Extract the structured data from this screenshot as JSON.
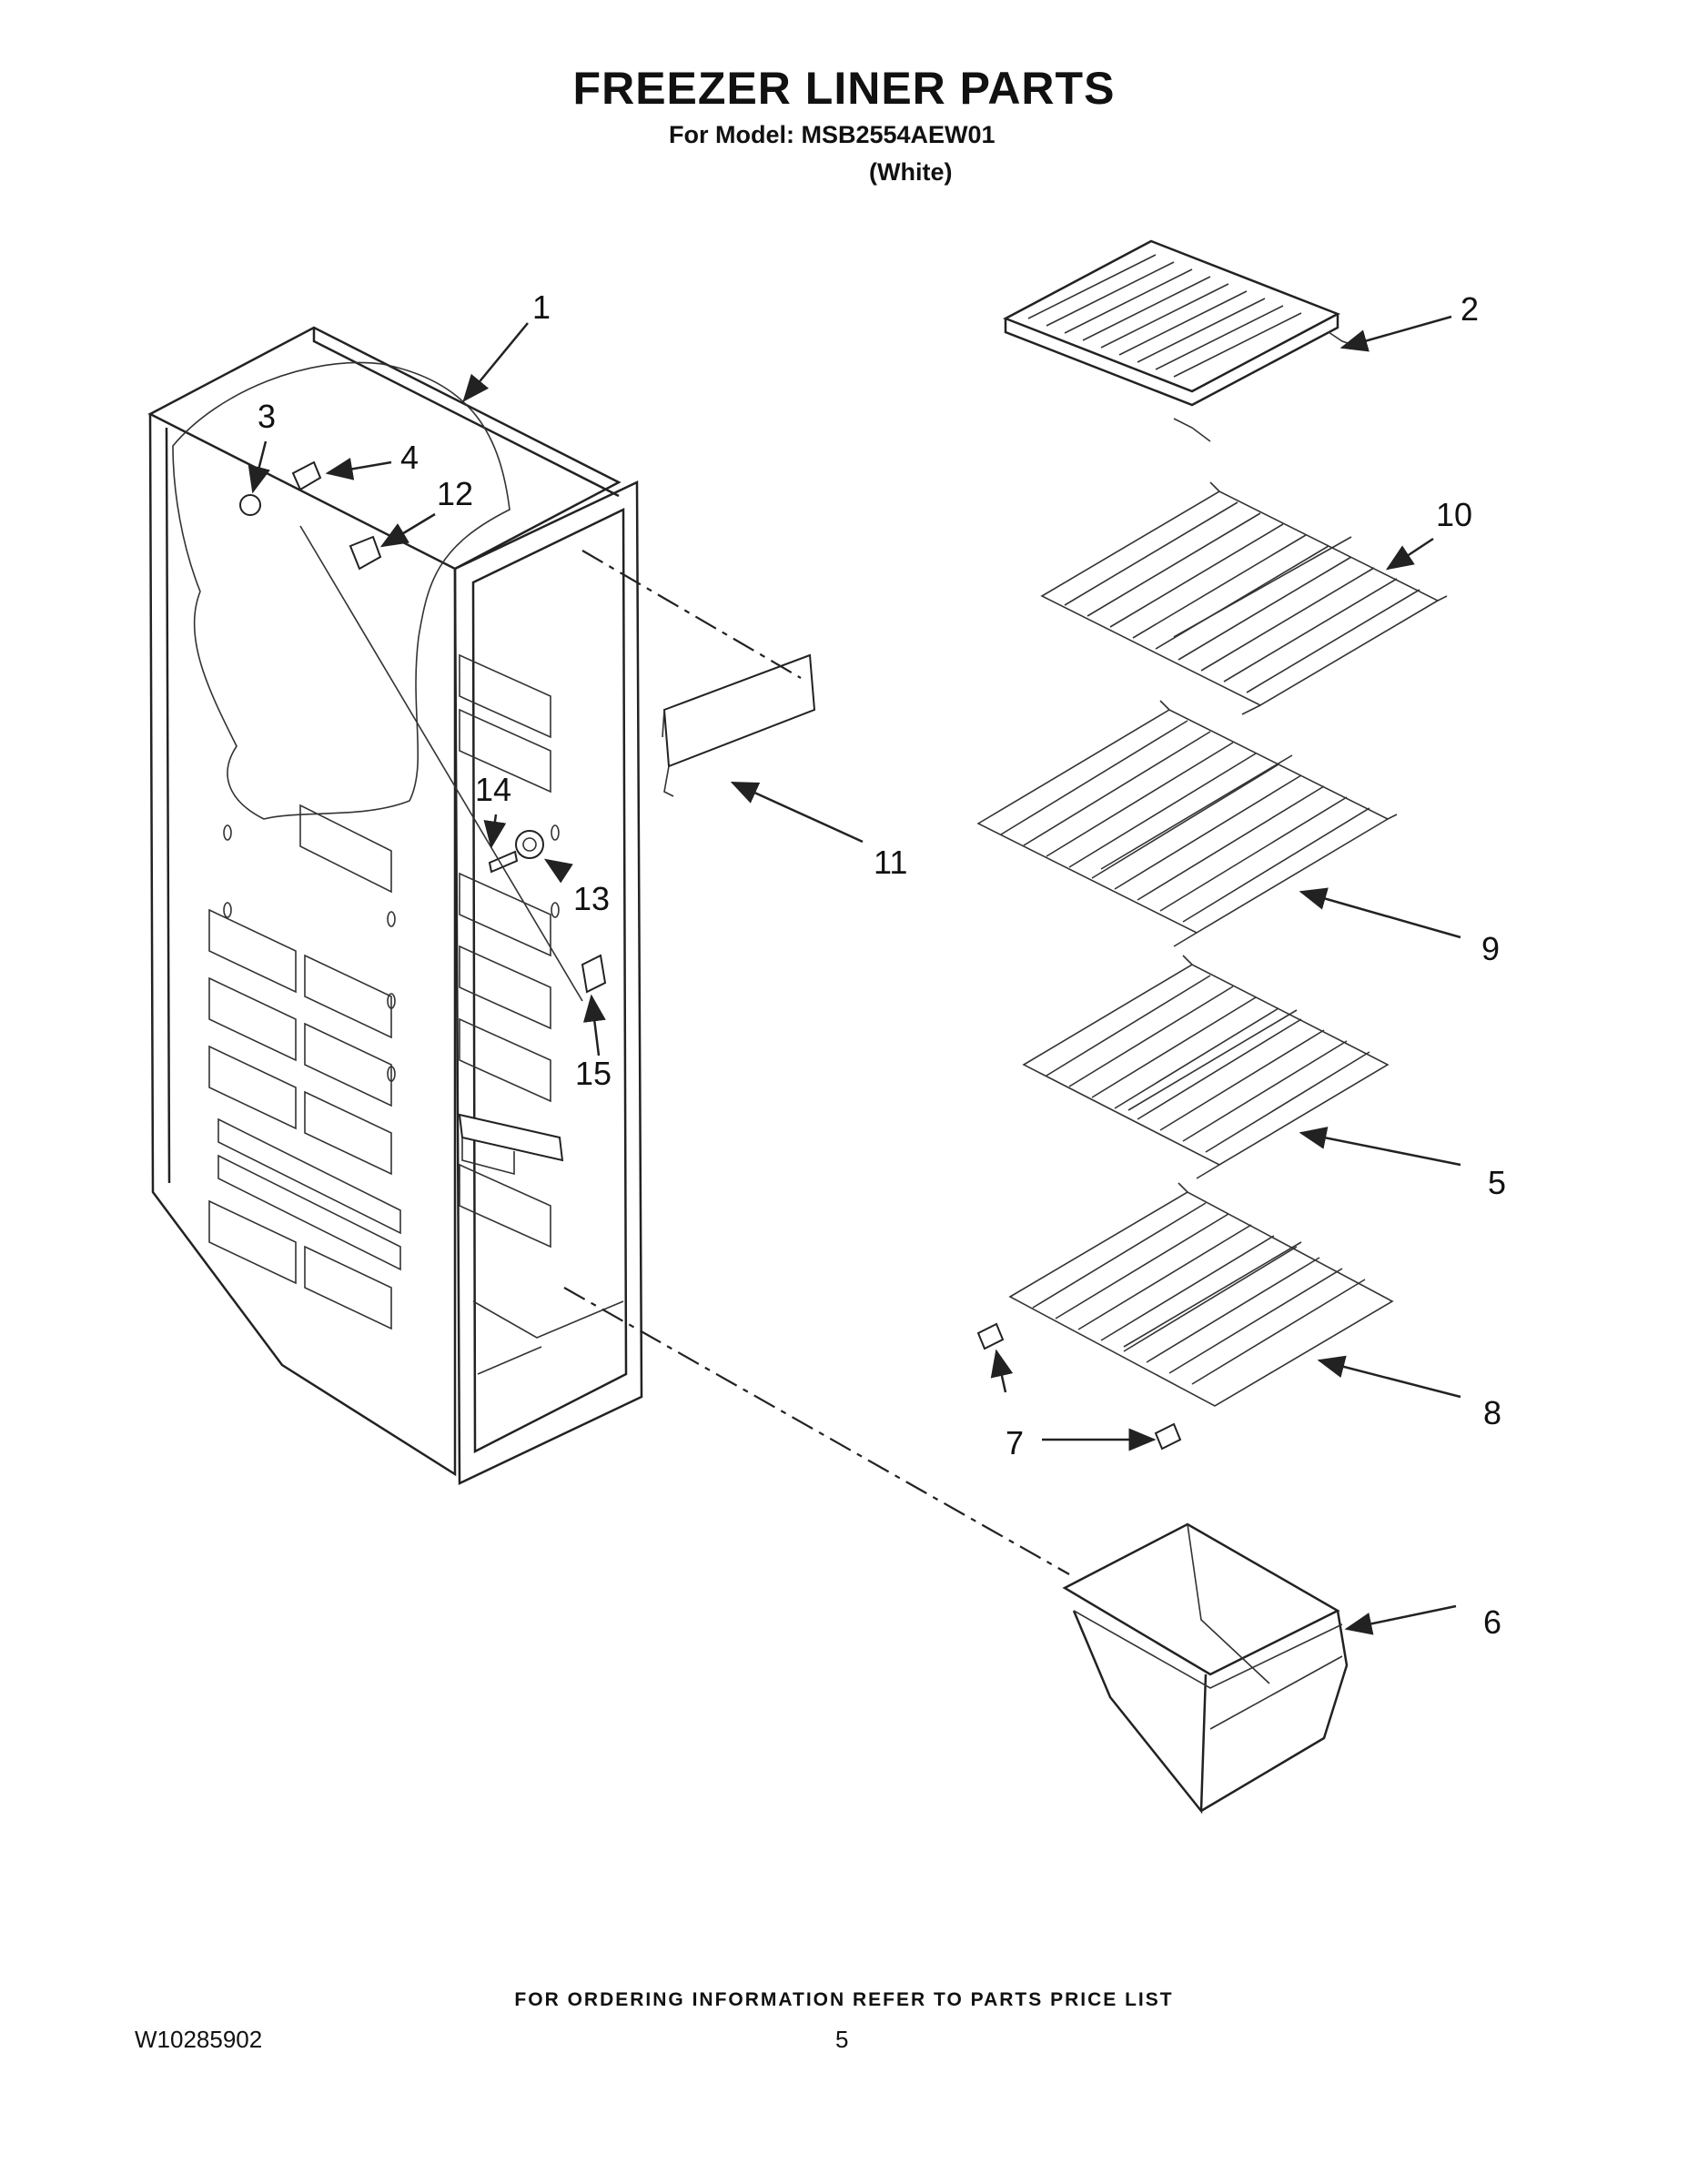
{
  "header": {
    "title": "FREEZER LINER PARTS",
    "model_line": "For Model: MSB2554AEW01",
    "variant": "(White)"
  },
  "footer": {
    "ordering_note": "FOR ORDERING INFORMATION REFER TO PARTS PRICE LIST",
    "document_number": "W10285902",
    "page_number": "5"
  },
  "callouts": {
    "c1": "1",
    "c2": "2",
    "c3": "3",
    "c4": "4",
    "c5": "5",
    "c6": "6",
    "c7": "7",
    "c8": "8",
    "c9": "9",
    "c10": "10",
    "c11": "11",
    "c12": "12",
    "c13": "13",
    "c14": "14",
    "c15": "15"
  }
}
